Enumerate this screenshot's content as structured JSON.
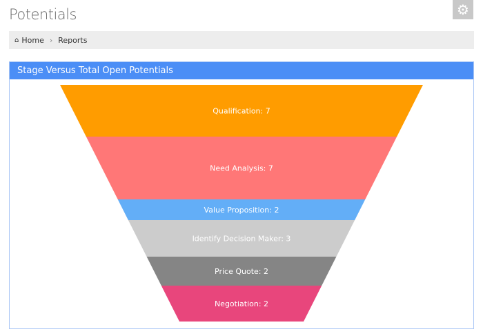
{
  "page": {
    "title": "Potentials",
    "settings_icon": "gear-icon"
  },
  "breadcrumb": {
    "home": "Home",
    "separator": "›",
    "current": "Reports"
  },
  "chart_data": {
    "type": "funnel",
    "title": "Stage Versus Total Open Potentials",
    "categories": [
      "Qualification",
      "Need Analysis",
      "Value Proposition",
      "Identify Decision Maker",
      "Price Quote",
      "Negotiation"
    ],
    "values": [
      7,
      7,
      2,
      3,
      2,
      2
    ],
    "labels": [
      "Qualification: 7",
      "Need Analysis: 7",
      "Value Proposition: 2",
      "Identify Decision Maker: 3",
      "Price Quote: 2",
      "Negotiation: 2"
    ],
    "colors": [
      "#ff9c00",
      "#ff7777",
      "#63aef7",
      "#cccccc",
      "#858585",
      "#e8467c"
    ]
  }
}
